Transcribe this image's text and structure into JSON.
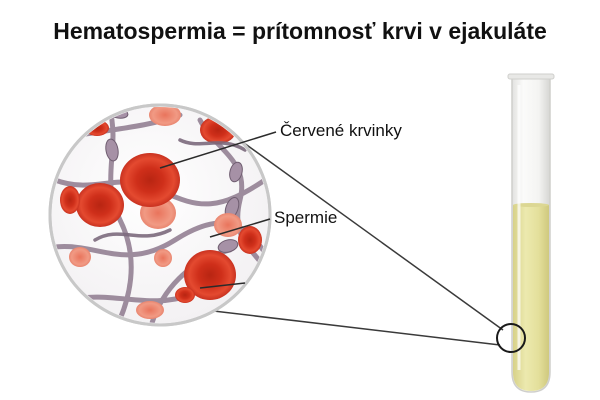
{
  "title": "Hematospermia = prítomnosť krvi v ejakuláte",
  "labels": {
    "red_blood_cells": "Červené krvinky",
    "sperm": "Spermie"
  },
  "colors": {
    "rbc_fill": "#d93a24",
    "rbc_center": "#b82512",
    "rbc_pale": "#ee8a73",
    "sperm_body": "#8d7a8e",
    "liquid": "#e6e3a0",
    "glass": "#f4f4f2",
    "leader_line": "#2b2b2b"
  },
  "icons": {
    "magnifier": "magnifier-circle-icon",
    "tube": "test-tube-icon"
  }
}
